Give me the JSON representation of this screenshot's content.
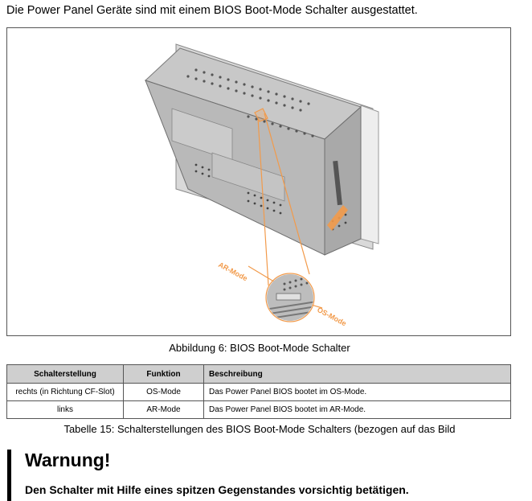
{
  "intro_text": "Die Power Panel Geräte sind mit einem BIOS Boot-Mode Schalter ausgestattet.",
  "figure": {
    "caption": "Abbildung 6: BIOS Boot-Mode Schalter",
    "callout_ar": "AR-Mode",
    "callout_os": "OS-Mode"
  },
  "table": {
    "headers": [
      "Schalterstellung",
      "Funktion",
      "Beschreibung"
    ],
    "rows": [
      [
        "rechts (in Richtung CF-Slot)",
        "OS-Mode",
        "Das Power Panel BIOS bootet im OS-Mode."
      ],
      [
        "links",
        "AR-Mode",
        "Das Power Panel BIOS bootet im AR-Mode."
      ]
    ],
    "caption": "Tabelle 15: Schalterstellungen des BIOS Boot-Mode Schalters (bezogen auf das Bild"
  },
  "warning": {
    "title": "Warnung!",
    "text": "Den Schalter mit Hilfe eines spitzen Gegenstandes vorsichtig betätigen."
  },
  "colors": {
    "callout": "#f29a4a",
    "table_header": "#cfcfcf"
  }
}
